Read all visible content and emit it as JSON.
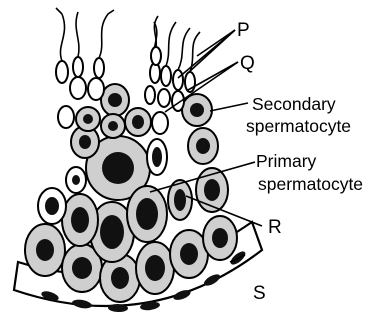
{
  "diagram": {
    "labels": {
      "p": "P",
      "q": "Q",
      "secondary_line1": "Secondary",
      "secondary_line2": "spermatocyte",
      "primary_line1": "Primary",
      "primary_line2": "spermatocyte",
      "r": "R",
      "s": "S"
    }
  }
}
